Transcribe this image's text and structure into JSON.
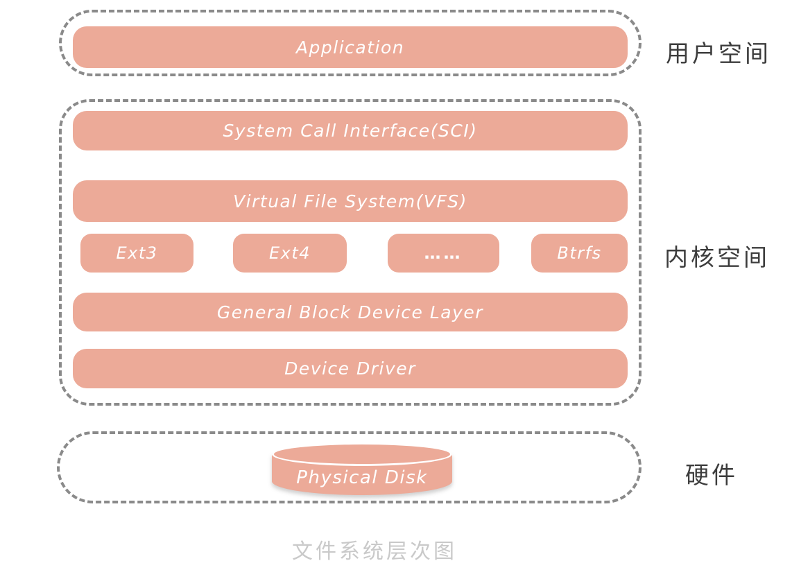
{
  "colors": {
    "block_fill": "#ecaa98",
    "block_text": "#ffffff",
    "dashed_border": "#8a8a8a",
    "side_label_text": "#3c3c3c",
    "caption_text": "#c9c9c9",
    "background": "#ffffff"
  },
  "groups": {
    "user_space": {
      "side_label": "用户空间",
      "application": "Application"
    },
    "kernel_space": {
      "side_label": "内核空间",
      "sci": "System Call Interface(SCI)",
      "vfs": "Virtual File System(VFS)",
      "filesystems": [
        "Ext3",
        "Ext4",
        "……",
        "Btrfs"
      ],
      "general_block": "General Block Device Layer",
      "device_driver": "Device Driver"
    },
    "hardware": {
      "side_label": "硬件",
      "physical_disk": "Physical Disk"
    }
  },
  "caption": "文件系统层次图"
}
